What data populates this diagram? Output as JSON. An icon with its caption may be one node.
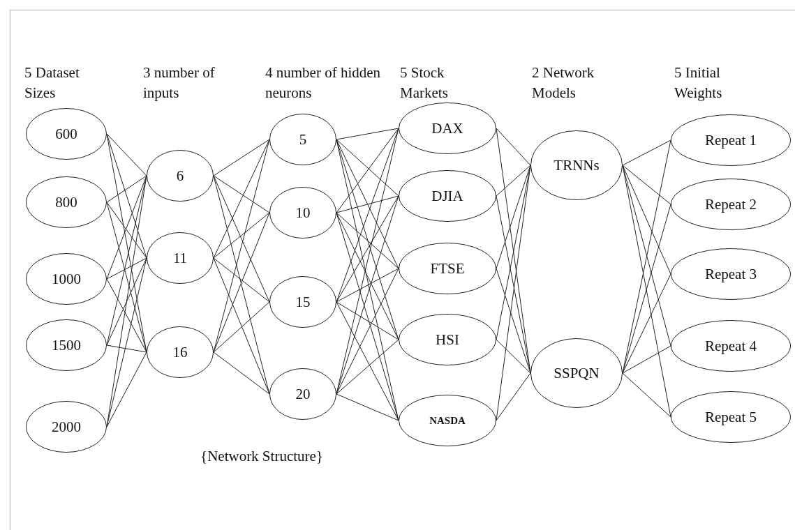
{
  "diagram": {
    "nodes": [
      {
        "text": [
          "600"
        ]
      },
      {
        "text": [
          "800"
        ]
      },
      {
        "text": [
          "1000"
        ]
      },
      {
        "text": [
          "1500"
        ]
      },
      {
        "text": [
          "2000"
        ]
      },
      {
        "text": [
          "6"
        ]
      },
      {
        "text": [
          "11"
        ]
      },
      {
        "text": [
          "16"
        ]
      },
      {
        "text": [
          "5"
        ]
      },
      {
        "text": [
          "10"
        ]
      },
      {
        "text": [
          "15"
        ]
      },
      {
        "text": [
          "20"
        ]
      },
      {
        "text": [
          "DAX"
        ]
      },
      {
        "text": [
          "DJIA"
        ]
      },
      {
        "text": [
          "FTSE"
        ]
      },
      {
        "text": [
          "HSI"
        ]
      },
      {
        "text": [
          "NASDA"
        ]
      },
      {
        "text": [
          "TRNNs"
        ]
      },
      {
        "text": [
          "SSPQN"
        ]
      },
      {
        "text": [
          "Repeat 1"
        ]
      },
      {
        "text": [
          "Repeat 2"
        ]
      },
      {
        "text": [
          "Repeat 3"
        ]
      },
      {
        "text": [
          "Repeat 4"
        ]
      },
      {
        "text": [
          "Repeat 5"
        ]
      }
    ],
    "edges": [
      {
        "from": 0,
        "to": 5,
        "arrow": "none"
      },
      {
        "from": 0,
        "to": 6,
        "arrow": "none"
      },
      {
        "from": 0,
        "to": 7,
        "arrow": "none"
      },
      {
        "from": 1,
        "to": 5,
        "arrow": "none"
      },
      {
        "from": 1,
        "to": 6,
        "arrow": "none"
      },
      {
        "from": 1,
        "to": 7,
        "arrow": "none"
      },
      {
        "from": 2,
        "to": 5,
        "arrow": "none"
      },
      {
        "from": 2,
        "to": 6,
        "arrow": "none"
      },
      {
        "from": 2,
        "to": 7,
        "arrow": "none"
      },
      {
        "from": 3,
        "to": 5,
        "arrow": "none"
      },
      {
        "from": 3,
        "to": 6,
        "arrow": "none"
      },
      {
        "from": 3,
        "to": 7,
        "arrow": "none"
      },
      {
        "from": 4,
        "to": 5,
        "arrow": "none"
      },
      {
        "from": 4,
        "to": 6,
        "arrow": "none"
      },
      {
        "from": 4,
        "to": 7,
        "arrow": "none"
      },
      {
        "from": 5,
        "to": 8,
        "arrow": "none"
      },
      {
        "from": 5,
        "to": 9,
        "arrow": "none"
      },
      {
        "from": 5,
        "to": 10,
        "arrow": "none"
      },
      {
        "from": 5,
        "to": 11,
        "arrow": "none"
      },
      {
        "from": 6,
        "to": 8,
        "arrow": "none"
      },
      {
        "from": 6,
        "to": 9,
        "arrow": "none"
      },
      {
        "from": 6,
        "to": 10,
        "arrow": "none"
      },
      {
        "from": 6,
        "to": 11,
        "arrow": "none"
      },
      {
        "from": 7,
        "to": 8,
        "arrow": "none"
      },
      {
        "from": 7,
        "to": 9,
        "arrow": "none"
      },
      {
        "from": 7,
        "to": 10,
        "arrow": "none"
      },
      {
        "from": 7,
        "to": 11,
        "arrow": "none"
      },
      {
        "from": 8,
        "to": 12,
        "arrow": "none"
      },
      {
        "from": 8,
        "to": 13,
        "arrow": "none"
      },
      {
        "from": 8,
        "to": 14,
        "arrow": "none"
      },
      {
        "from": 8,
        "to": 15,
        "arrow": "none"
      },
      {
        "from": 8,
        "to": 16,
        "arrow": "none"
      },
      {
        "from": 9,
        "to": 12,
        "arrow": "none"
      },
      {
        "from": 9,
        "to": 13,
        "arrow": "none"
      },
      {
        "from": 9,
        "to": 14,
        "arrow": "none"
      },
      {
        "from": 9,
        "to": 15,
        "arrow": "none"
      },
      {
        "from": 9,
        "to": 16,
        "arrow": "none"
      },
      {
        "from": 10,
        "to": 12,
        "arrow": "none"
      },
      {
        "from": 10,
        "to": 13,
        "arrow": "none"
      },
      {
        "from": 10,
        "to": 14,
        "arrow": "none"
      },
      {
        "from": 10,
        "to": 15,
        "arrow": "none"
      },
      {
        "from": 10,
        "to": 16,
        "arrow": "none"
      },
      {
        "from": 11,
        "to": 12,
        "arrow": "none"
      },
      {
        "from": 11,
        "to": 13,
        "arrow": "none"
      },
      {
        "from": 11,
        "to": 14,
        "arrow": "none"
      },
      {
        "from": 11,
        "to": 15,
        "arrow": "none"
      },
      {
        "from": 11,
        "to": 16,
        "arrow": "none"
      },
      {
        "from": 12,
        "to": 17,
        "arrow": "none"
      },
      {
        "from": 12,
        "to": 18,
        "arrow": "none"
      },
      {
        "from": 13,
        "to": 17,
        "arrow": "none"
      },
      {
        "from": 13,
        "to": 18,
        "arrow": "none"
      },
      {
        "from": 14,
        "to": 17,
        "arrow": "none"
      },
      {
        "from": 14,
        "to": 18,
        "arrow": "none"
      },
      {
        "from": 15,
        "to": 17,
        "arrow": "none"
      },
      {
        "from": 15,
        "to": 18,
        "arrow": "none"
      },
      {
        "from": 16,
        "to": 17,
        "arrow": "none"
      },
      {
        "from": 16,
        "to": 18,
        "arrow": "none"
      },
      {
        "from": 17,
        "to": 19,
        "arrow": "none"
      },
      {
        "from": 17,
        "to": 20,
        "arrow": "none"
      },
      {
        "from": 17,
        "to": 21,
        "arrow": "none"
      },
      {
        "from": 17,
        "to": 22,
        "arrow": "none"
      },
      {
        "from": 17,
        "to": 23,
        "arrow": "none"
      },
      {
        "from": 18,
        "to": 19,
        "arrow": "none"
      },
      {
        "from": 18,
        "to": 20,
        "arrow": "none"
      },
      {
        "from": 18,
        "to": 21,
        "arrow": "none"
      },
      {
        "from": 18,
        "to": 22,
        "arrow": "none"
      },
      {
        "from": 18,
        "to": 23,
        "arrow": "none"
      }
    ],
    "labels": [
      "5 Dataset Sizes",
      "3 number of inputs",
      "4 number of hidden neurons",
      "5 Stock Markets",
      "2 Network Models",
      "5 Initial Weights",
      "{Network Structure}"
    ]
  }
}
